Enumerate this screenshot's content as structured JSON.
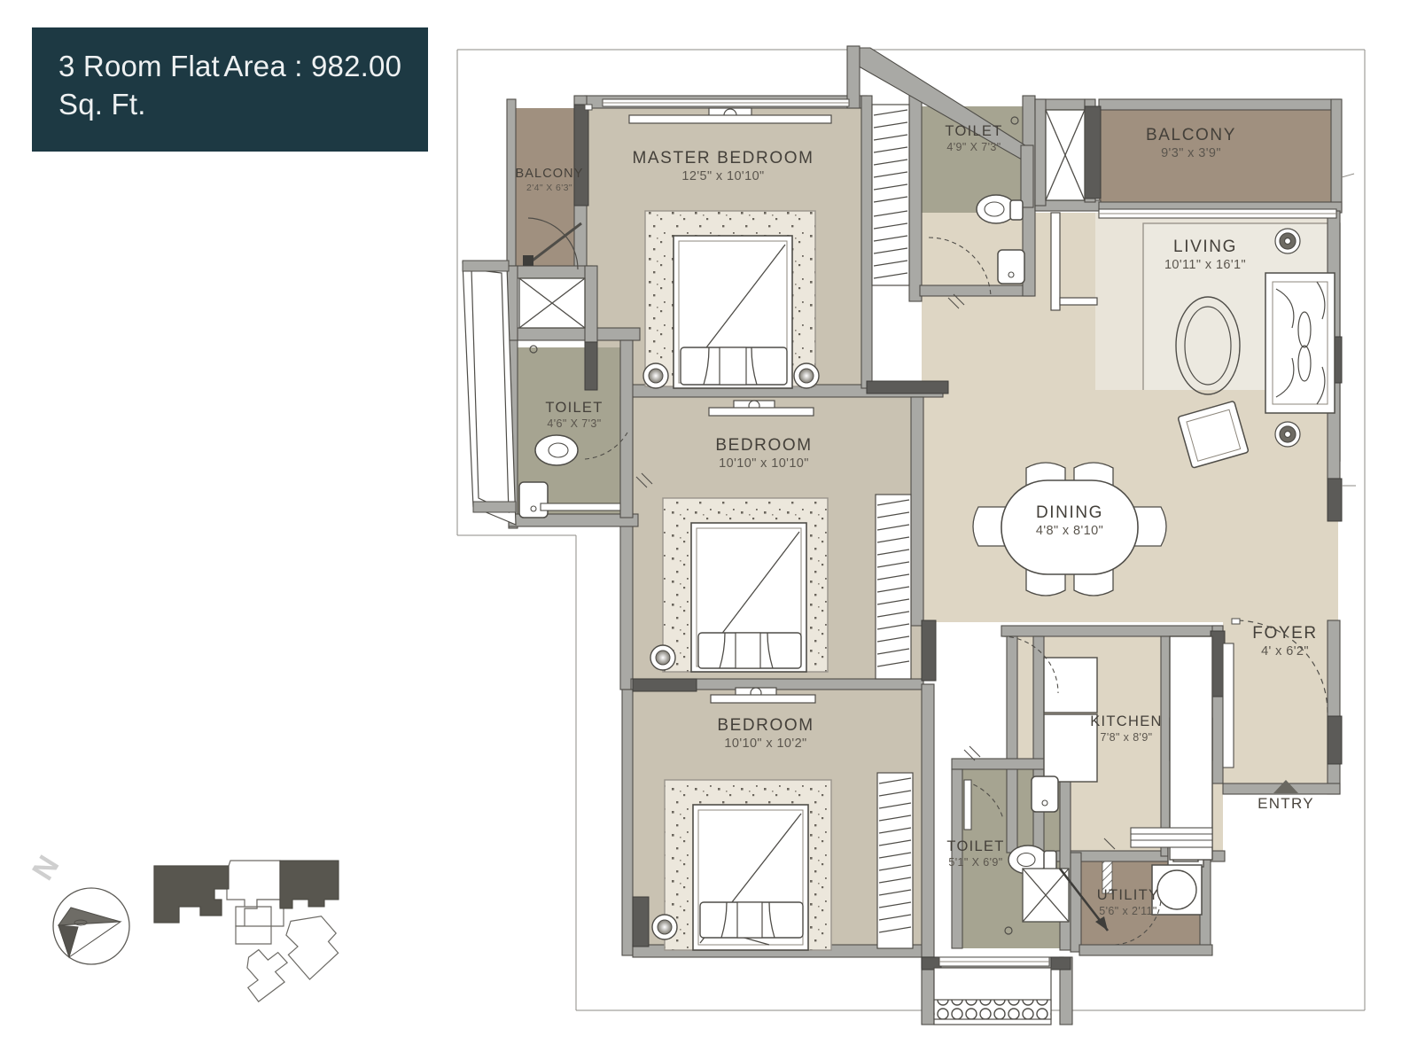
{
  "title": {
    "line1": "3 Room Flat",
    "line2": "Area : 982.00 Sq. Ft.",
    "bg_color": "#1d3943",
    "text_color": "#eef1f2"
  },
  "rooms": [
    {
      "id": "master-bedroom",
      "name": "MASTER BEDROOM",
      "dim": "12'5\" x 10'10\""
    },
    {
      "id": "balcony-master",
      "name": "BALCONY",
      "dim": "2'4\" X 6'3\""
    },
    {
      "id": "toilet-master",
      "name": "TOILET",
      "dim": "4'9\" X 7'3\""
    },
    {
      "id": "balcony-living",
      "name": "BALCONY",
      "dim": "9'3\" x 3'9\""
    },
    {
      "id": "living",
      "name": "LIVING",
      "dim": "10'11\" x 16'1\""
    },
    {
      "id": "toilet-left",
      "name": "TOILET",
      "dim": "4'6\" X 7'3\""
    },
    {
      "id": "bedroom-2",
      "name": "BEDROOM",
      "dim": "10'10\" x 10'10\""
    },
    {
      "id": "dining",
      "name": "DINING",
      "dim": "4'8\" x 8'10\""
    },
    {
      "id": "bedroom-3",
      "name": "BEDROOM",
      "dim": "10'10\" x 10'2\""
    },
    {
      "id": "foyer",
      "name": "FOYER",
      "dim": "4' x 6'2\""
    },
    {
      "id": "kitchen",
      "name": "KITCHEN",
      "dim": "7'8\" x 8'9\""
    },
    {
      "id": "toilet-common",
      "name": "TOILET",
      "dim": "5'1\" X 6'9\""
    },
    {
      "id": "utility",
      "name": "UTILITY",
      "dim": "5'6\" x 2'11\""
    }
  ],
  "entry": {
    "label": "ENTRY",
    "icon": "entry-arrow-icon"
  },
  "compass": {
    "label": "N",
    "icon": "compass-needle-icon"
  },
  "keyplan": {
    "icon": "key-plan-icon",
    "highlight_color": "#58564f"
  },
  "palette": {
    "bedroom_floor": "#c9c2b2",
    "balcony_floor": "#a0907f",
    "toilet_floor": "#a6a491",
    "living_floor": "#e9e4d9",
    "dining_floor": "#ded6c4",
    "wall_fill": "#a9a9a5",
    "wall_dark": "#5c5b58",
    "bed_platform": "#ece7dc",
    "line": "#4f4d48"
  }
}
